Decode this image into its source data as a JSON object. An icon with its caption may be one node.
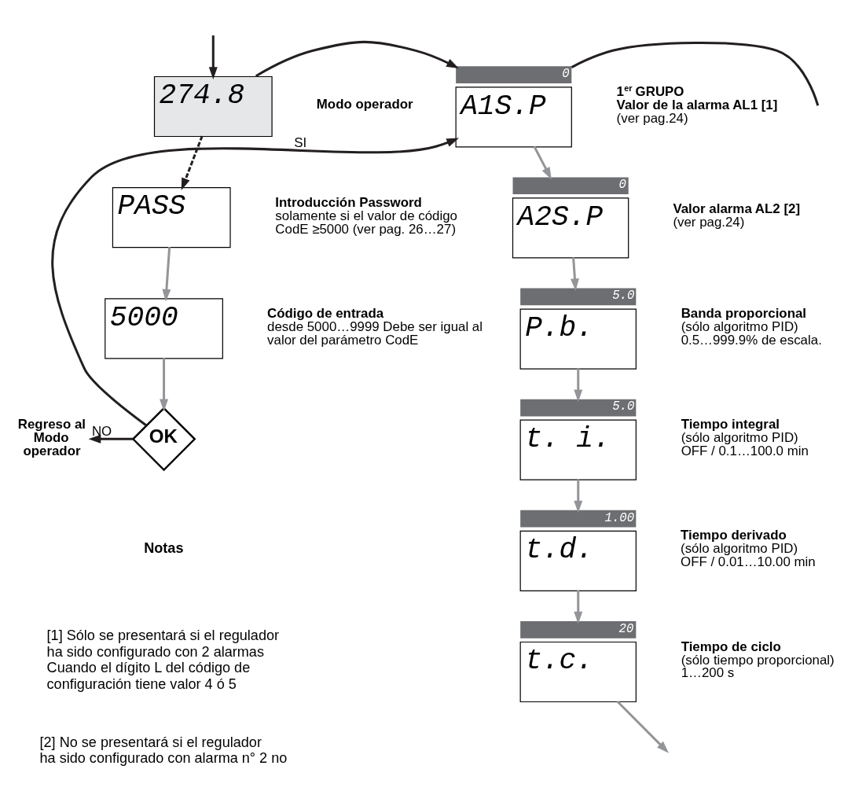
{
  "diagram": {
    "nodes": [
      {
        "text": [
          "274.8"
        ],
        "beside": [
          "Modo operador"
        ]
      },
      {
        "text": [
          "PASS"
        ],
        "beside": [
          "Introducción Password",
          "solamente si el valor de código CodE ≥5000 (ver pag. 26…27)"
        ]
      },
      {
        "text": [
          "5000"
        ],
        "beside": [
          "Código de entrada",
          "desde 5000…9999 Debe ser igual al valor del parámetro CodE"
        ]
      },
      {
        "text": [
          "OK"
        ]
      },
      {
        "text": [
          "Regreso al Modo operador"
        ]
      },
      {
        "text": [
          "0",
          "A1S.P"
        ],
        "beside": [
          "1$^{er}$ GRUPO",
          "Valor de la alarma AL1 [1]",
          "(ver pag.24)"
        ]
      },
      {
        "text": [
          "0",
          "A2S.P"
        ],
        "beside": [
          "Valor alarma AL2 [2]",
          "(ver pag.24)"
        ]
      },
      {
        "text": [
          "5.0",
          "P.b."
        ],
        "beside": [
          "Banda proporcional",
          "(sólo algoritmo PID)",
          "0.5…999.9% de escala."
        ]
      },
      {
        "text": [
          "5.0",
          "t. i."
        ],
        "beside": [
          "Tiempo integral",
          "(sólo algoritmo PID)",
          "OFF / 0.1…100.0 min"
        ]
      },
      {
        "text": [
          "1.00",
          "t.d."
        ],
        "beside": [
          "Tiempo derivado",
          "(sólo algoritmo PID)",
          "OFF / 0.01…10.00 min"
        ]
      },
      {
        "text": [
          "20",
          "t.c."
        ],
        "beside": [
          "Tiempo de ciclo",
          "(sólo tiempo proporcional)",
          "1…200 s"
        ]
      }
    ],
    "edges": [
      {
        "from": null,
        "to": 0,
        "arrow": "to",
        "color": "#231f20"
      },
      {
        "from": 0,
        "to": 5,
        "arrow": "to",
        "color": "#231f20"
      },
      {
        "from": 0,
        "to": 1,
        "arrow": "to",
        "style": "dashed",
        "color": "#231f20"
      },
      {
        "from": 1,
        "to": 2,
        "arrow": "to"
      },
      {
        "from": 2,
        "to": 3,
        "arrow": "to"
      },
      {
        "from": 3,
        "to": 4,
        "arrow": "to",
        "label": "NO",
        "color": "#231f20"
      },
      {
        "from": 3,
        "to": 5,
        "arrow": "to",
        "label": "SI",
        "color": "#231f20"
      },
      {
        "from": 5,
        "to": null,
        "arrow": "none",
        "color": "#231f20"
      },
      {
        "from": 5,
        "to": 6,
        "arrow": "to"
      },
      {
        "from": 6,
        "to": 7,
        "arrow": "to"
      },
      {
        "from": 7,
        "to": 8,
        "arrow": "to"
      },
      {
        "from": 8,
        "to": 9,
        "arrow": "to"
      },
      {
        "from": 9,
        "to": 10,
        "arrow": "to"
      },
      {
        "from": 10,
        "to": null,
        "arrow": "to"
      }
    ],
    "labels": [
      "Notas",
      "[1] Sólo se presentará si el regulador ha sido configurado con 2 alarmas Cuando el dígito L del código de configuración tiene valor 4 ó 5",
      "[2] No se presentará si el regulador ha sido configurado con alarma n° 2 no"
    ]
  }
}
